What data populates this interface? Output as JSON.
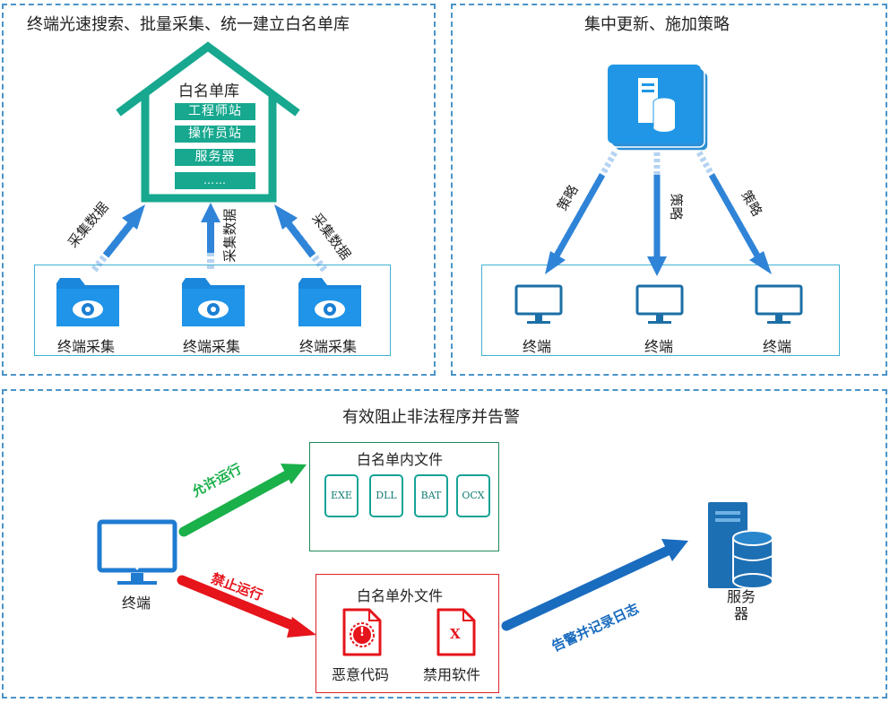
{
  "panels": {
    "collect": {
      "title": "终端光速搜索、批量采集、统一建立白名单库"
    },
    "policy": {
      "title": "集中更新、施加策略"
    },
    "block": {
      "title": "有效阻止非法程序并告警"
    }
  },
  "library": {
    "title": "白名单库",
    "items": [
      "工程师站",
      "操作员站",
      "服务器",
      "……"
    ]
  },
  "collect_arrow_label": "采集数据",
  "collectors": [
    "终端采集",
    "终端采集",
    "终端采集"
  ],
  "policy_arrow_label": "策略",
  "policy_terminals": [
    "终端",
    "终端",
    "终端"
  ],
  "whitelist_box": {
    "title": "白名单内文件",
    "files": [
      "EXE",
      "DLL",
      "BAT",
      "OCX"
    ]
  },
  "blacklist_box": {
    "title": "白名单外文件",
    "items": [
      "恶意代码",
      "禁用软件"
    ],
    "x_mark": "X",
    "bug_mark": "!"
  },
  "terminal_label": "终端",
  "allow_label": "允许运行",
  "deny_label": "禁止运行",
  "alert_label": "告警并记录日志",
  "server_label": [
    "服务",
    "器"
  ],
  "colors": {
    "panel_border": "#4a94c9",
    "teal": "#17a88f",
    "blue": "#2f84d8",
    "icon_blue": "#1a7fd4",
    "green": "#1ab04a",
    "red": "#e6141b",
    "alert_blue": "#1a6cbf"
  }
}
